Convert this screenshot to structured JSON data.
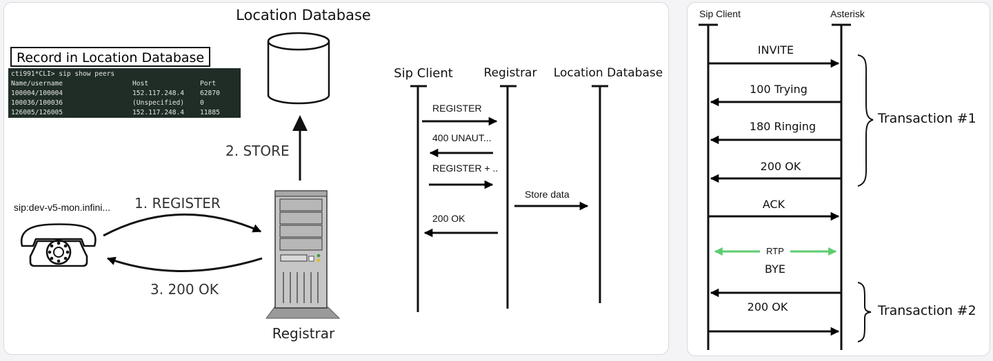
{
  "left_panel": {
    "location_db_title": "Location Database",
    "record_box_title": "Record in Location Database",
    "terminal": {
      "prompt": "cti991*CLI> sip show peers",
      "headers": [
        "Name/username",
        "Host",
        "Port"
      ],
      "rows": [
        [
          "100004/100004",
          "152.117.248.4",
          "62870"
        ],
        [
          "100036/100036",
          "(Unspecified)",
          "0"
        ],
        [
          "126005/126005",
          "152.117.248.4",
          "11885"
        ]
      ]
    },
    "step_store": "2. STORE",
    "step_register": "1. REGISTER",
    "step_ok": "3. 200 OK",
    "sip_uri": "sip:dev-v5-mon.infini...",
    "registrar_label": "Registrar",
    "seq": {
      "participants": [
        "Sip Client",
        "Registrar",
        "Location Database"
      ],
      "messages": [
        "REGISTER",
        "400 UNAUT...",
        "REGISTER + ..",
        "Store data",
        "200 OK"
      ]
    }
  },
  "right_panel": {
    "participants": [
      "Sip Client",
      "Asterisk"
    ],
    "messages": [
      "INVITE",
      "100 Trying",
      "180 Ringing",
      "200 OK",
      "ACK",
      "RTP",
      "BYE",
      "200 OK"
    ],
    "transaction_1": "Transaction #1",
    "transaction_2": "Transaction #2"
  },
  "colors": {
    "rtp": "#5dcc6e",
    "terminal_bg": "#1f2d26"
  },
  "icons": [
    "database-icon",
    "telephone-icon",
    "server-tower-icon"
  ]
}
